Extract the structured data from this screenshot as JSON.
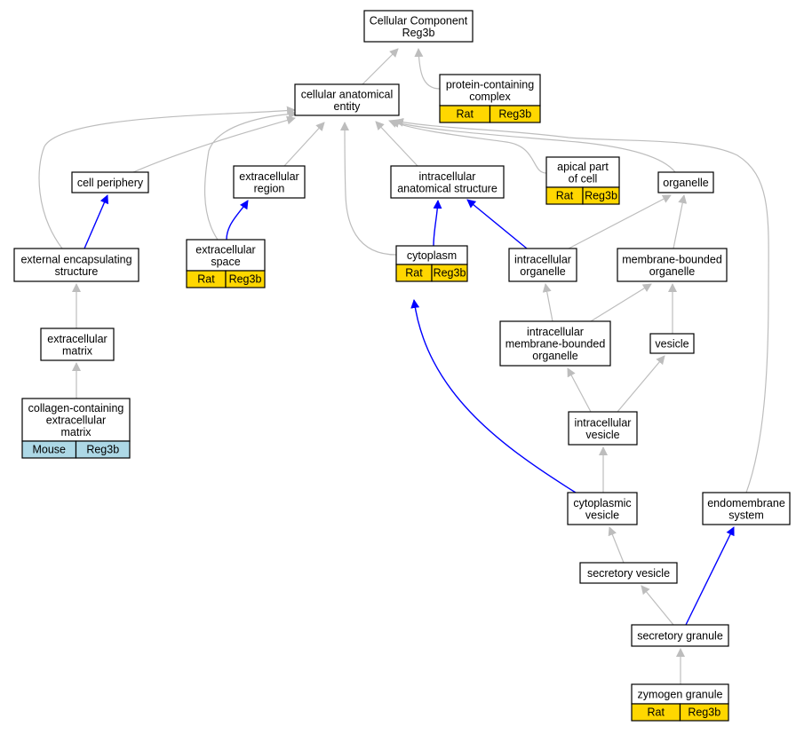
{
  "colors": {
    "gray_edge": "#bdbdbd",
    "blue_edge": "#0000ff",
    "rat_cell": "#ffd700",
    "mouse_cell": "#add8e6",
    "node_border": "#000000",
    "node_fill": "#ffffff"
  },
  "nodes": {
    "cellular_component": {
      "lines": [
        "Cellular Component",
        "Reg3b"
      ]
    },
    "cellular_anatomical_entity": {
      "lines": [
        "cellular anatomical",
        "entity"
      ]
    },
    "protein_containing_complex": {
      "lines": [
        "protein-containing",
        "complex"
      ],
      "species": "Rat",
      "gene": "Reg3b"
    },
    "cell_periphery": {
      "lines": [
        "cell periphery"
      ]
    },
    "extracellular_region": {
      "lines": [
        "extracellular",
        "region"
      ]
    },
    "intracellular_anatomical_structure": {
      "lines": [
        "intracellular",
        "anatomical structure"
      ]
    },
    "apical_part_of_cell": {
      "lines": [
        "apical part",
        "of cell"
      ],
      "species": "Rat",
      "gene": "Reg3b"
    },
    "organelle": {
      "lines": [
        "organelle"
      ]
    },
    "external_encapsulating_structure": {
      "lines": [
        "external encapsulating",
        "structure"
      ]
    },
    "extracellular_space": {
      "lines": [
        "extracellular",
        "space"
      ],
      "species": "Rat",
      "gene": "Reg3b"
    },
    "cytoplasm": {
      "lines": [
        "cytoplasm"
      ],
      "species": "Rat",
      "gene": "Reg3b"
    },
    "intracellular_organelle": {
      "lines": [
        "intracellular",
        "organelle"
      ]
    },
    "membrane_bounded_organelle": {
      "lines": [
        "membrane-bounded",
        "organelle"
      ]
    },
    "extracellular_matrix": {
      "lines": [
        "extracellular",
        "matrix"
      ]
    },
    "intracellular_membrane_bounded_organelle": {
      "lines": [
        "intracellular",
        "membrane-bounded",
        "organelle"
      ]
    },
    "vesicle": {
      "lines": [
        "vesicle"
      ]
    },
    "collagen_containing_extracellular_matrix": {
      "lines": [
        "collagen-containing",
        "extracellular",
        "matrix"
      ],
      "species": "Mouse",
      "gene": "Reg3b"
    },
    "intracellular_vesicle": {
      "lines": [
        "intracellular",
        "vesicle"
      ]
    },
    "cytoplasmic_vesicle": {
      "lines": [
        "cytoplasmic",
        "vesicle"
      ]
    },
    "endomembrane_system": {
      "lines": [
        "endomembrane",
        "system"
      ]
    },
    "secretory_vesicle": {
      "lines": [
        "secretory vesicle"
      ]
    },
    "secretory_granule": {
      "lines": [
        "secretory granule"
      ]
    },
    "zymogen_granule": {
      "lines": [
        "zymogen granule"
      ],
      "species": "Rat",
      "gene": "Reg3b"
    }
  },
  "edges": [
    {
      "from": "cellular_anatomical_entity",
      "to": "cellular_component",
      "color": "gray"
    },
    {
      "from": "protein_containing_complex",
      "to": "cellular_component",
      "color": "gray"
    },
    {
      "from": "cell_periphery",
      "to": "cellular_anatomical_entity",
      "color": "gray"
    },
    {
      "from": "extracellular_region",
      "to": "cellular_anatomical_entity",
      "color": "gray"
    },
    {
      "from": "intracellular_anatomical_structure",
      "to": "cellular_anatomical_entity",
      "color": "gray"
    },
    {
      "from": "apical_part_of_cell",
      "to": "cellular_anatomical_entity",
      "color": "gray"
    },
    {
      "from": "organelle",
      "to": "cellular_anatomical_entity",
      "color": "gray"
    },
    {
      "from": "external_encapsulating_structure",
      "to": "cellular_anatomical_entity",
      "color": "gray"
    },
    {
      "from": "extracellular_space",
      "to": "cellular_anatomical_entity",
      "color": "gray"
    },
    {
      "from": "cytoplasm",
      "to": "cellular_anatomical_entity",
      "color": "gray"
    },
    {
      "from": "endomembrane_system",
      "to": "cellular_anatomical_entity",
      "color": "gray"
    },
    {
      "from": "external_encapsulating_structure",
      "to": "cell_periphery",
      "color": "blue"
    },
    {
      "from": "extracellular_space",
      "to": "extracellular_region",
      "color": "blue"
    },
    {
      "from": "cytoplasm",
      "to": "intracellular_anatomical_structure",
      "color": "blue"
    },
    {
      "from": "intracellular_organelle",
      "to": "intracellular_anatomical_structure",
      "color": "blue"
    },
    {
      "from": "intracellular_organelle",
      "to": "organelle",
      "color": "gray"
    },
    {
      "from": "membrane_bounded_organelle",
      "to": "organelle",
      "color": "gray"
    },
    {
      "from": "extracellular_matrix",
      "to": "external_encapsulating_structure",
      "color": "gray"
    },
    {
      "from": "collagen_containing_extracellular_matrix",
      "to": "extracellular_matrix",
      "color": "gray"
    },
    {
      "from": "intracellular_membrane_bounded_organelle",
      "to": "intracellular_organelle",
      "color": "gray"
    },
    {
      "from": "intracellular_membrane_bounded_organelle",
      "to": "membrane_bounded_organelle",
      "color": "gray"
    },
    {
      "from": "vesicle",
      "to": "membrane_bounded_organelle",
      "color": "gray"
    },
    {
      "from": "intracellular_vesicle",
      "to": "intracellular_membrane_bounded_organelle",
      "color": "gray"
    },
    {
      "from": "intracellular_vesicle",
      "to": "vesicle",
      "color": "gray"
    },
    {
      "from": "cytoplasmic_vesicle",
      "to": "intracellular_vesicle",
      "color": "gray"
    },
    {
      "from": "cytoplasmic_vesicle",
      "to": "cytoplasm",
      "color": "blue"
    },
    {
      "from": "secretory_vesicle",
      "to": "cytoplasmic_vesicle",
      "color": "gray"
    },
    {
      "from": "secretory_granule",
      "to": "secretory_vesicle",
      "color": "gray"
    },
    {
      "from": "secretory_granule",
      "to": "endomembrane_system",
      "color": "blue"
    },
    {
      "from": "zymogen_granule",
      "to": "secretory_granule",
      "color": "gray"
    }
  ]
}
